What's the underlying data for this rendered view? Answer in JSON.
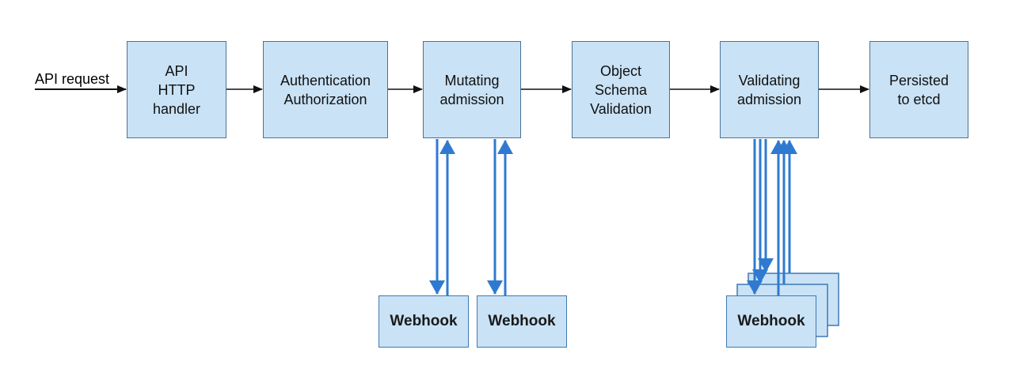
{
  "input_label": "API request",
  "stages": [
    {
      "id": "api-http-handler",
      "label": "API\nHTTP\nhandler"
    },
    {
      "id": "authentication-authorization",
      "label": "Authentication\nAuthorization"
    },
    {
      "id": "mutating-admission",
      "label": "Mutating\nadmission"
    },
    {
      "id": "object-schema-validation",
      "label": "Object\nSchema\nValidation"
    },
    {
      "id": "validating-admission",
      "label": "Validating\nadmission"
    },
    {
      "id": "persisted-to-etcd",
      "label": "Persisted\nto etcd"
    }
  ],
  "webhooks": [
    {
      "label": "Webhook"
    },
    {
      "label": "Webhook"
    },
    {
      "label": "Webhook"
    }
  ],
  "colors": {
    "box_fill": "#c9e2f5",
    "box_border": "#4a7396",
    "webhook_arrow": "#2f7ad0",
    "flow_arrow": "#111111"
  }
}
